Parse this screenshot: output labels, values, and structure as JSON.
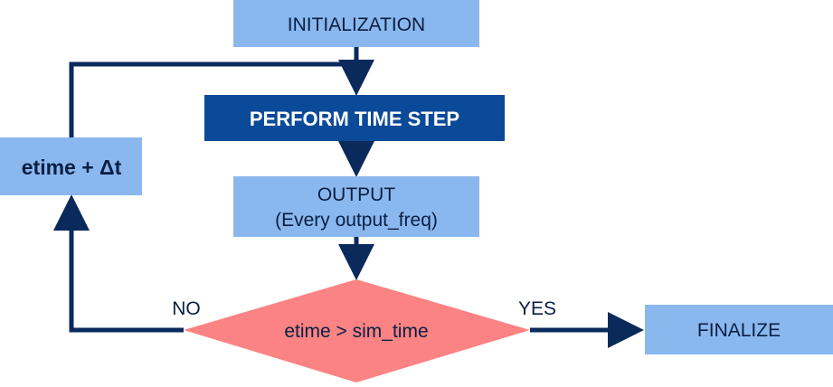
{
  "nodes": {
    "initialization": "INITIALIZATION",
    "perform_time_step": "PERFORM TIME STEP",
    "output_line1": "OUTPUT",
    "output_line2": "(Every output_freq)",
    "increment": "etime + Δt",
    "decision": "etime > sim_time",
    "finalize": "FINALIZE"
  },
  "edges": {
    "no_label": "NO",
    "yes_label": "YES"
  },
  "colors": {
    "light_box": "#8ab8ee",
    "dark_box": "#0b4a99",
    "decision_fill": "#fb8383",
    "arrow": "#0a2a5c"
  }
}
